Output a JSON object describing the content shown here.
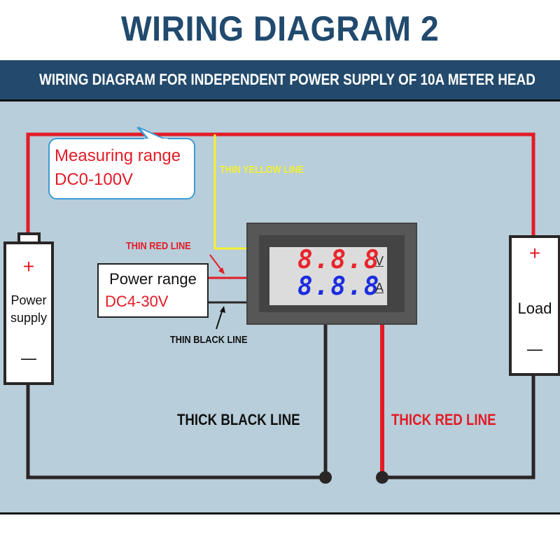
{
  "header": {
    "title": "WIRING DIAGRAM 2",
    "subtitle": "WIRING DIAGRAM FOR INDEPENDENT POWER SUPPLY OF 10A METER HEAD"
  },
  "colors": {
    "title": "#214a6e",
    "banner": "#234a6c",
    "panel": "#b8ceda",
    "red_wire": "#e21c26",
    "black_wire": "#2a2626",
    "yellow_wire": "#f5f032",
    "bubble_border": "#3d9ad6",
    "voltage_digits": "#e8252c",
    "current_digits": "#1c2de0"
  },
  "callout": {
    "line1": "Measuring range",
    "line2": "DC0-100V"
  },
  "power_supply": {
    "plus": "+",
    "label_line1": "Power",
    "label_line2": "supply",
    "minus": "—"
  },
  "power_range_box": {
    "line1": "Power range",
    "line2": "DC4-30V"
  },
  "meter": {
    "voltage_display": "8.8.8",
    "voltage_unit": "V",
    "current_display": "8.8.8",
    "current_unit": "A"
  },
  "load": {
    "plus": "+",
    "label": "Load",
    "minus": "—"
  },
  "wire_labels": {
    "thin_yellow": "THIN YELLOW LINE",
    "thin_red": "THIN RED LINE",
    "thin_black": "THIN BLACK LINE",
    "thick_black": "THICK BLACK LINE",
    "thick_red": "THICK RED LINE"
  }
}
